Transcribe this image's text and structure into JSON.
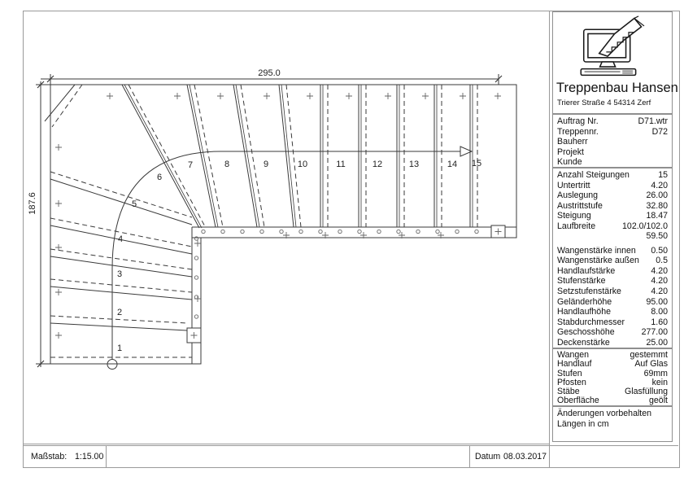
{
  "panel": {
    "company": {
      "name": "Treppenbau Hansen",
      "address": "Trierer Straße 4 54314 Zerf",
      "logo_icon": "computer-stairs-logo"
    },
    "order": {
      "rows": [
        [
          "Auftrag Nr.",
          "D71.wtr"
        ],
        [
          "Treppennr.",
          "D72"
        ],
        [
          "Bauherr",
          ""
        ],
        [
          "Projekt",
          ""
        ],
        [
          "Kunde",
          ""
        ]
      ]
    },
    "parameters": {
      "rows": [
        [
          "Anzahl Steigungen",
          "15"
        ],
        [
          "Untertritt",
          "4.20"
        ],
        [
          "Auslegung",
          "26.00"
        ],
        [
          "Austrittstufe",
          "32.80"
        ],
        [
          "Steigung",
          "18.47"
        ],
        [
          "Laufbreite",
          "102.0/102.0"
        ],
        [
          "",
          "59.50"
        ],
        [
          "Wangenstärke innen",
          "0.50"
        ],
        [
          "Wangenstärke außen",
          "0.5"
        ],
        [
          "Handlaufstärke",
          "4.20"
        ],
        [
          "Stufenstärke",
          "4.20"
        ],
        [
          "Setzstufenstärke",
          "4.20"
        ],
        [
          "Geländerhöhe",
          "95.00"
        ],
        [
          "Handlaufhöhe",
          "8.00"
        ],
        [
          "Stabdurchmesser",
          "1.60"
        ],
        [
          "Geschosshöhe",
          "277.00"
        ],
        [
          "Deckenstärke",
          "25.00"
        ]
      ]
    },
    "construction": {
      "rows": [
        [
          "Wangen",
          "gestemmt"
        ],
        [
          "Handlauf",
          "Auf Glas"
        ],
        [
          "Stufen",
          "69mm"
        ],
        [
          "Pfosten",
          "kein"
        ],
        [
          "Stäbe",
          "Glasfüllung"
        ],
        [
          "Oberfläche",
          "geölt"
        ]
      ]
    },
    "notes": [
      "Änderungen vorbehalten",
      "Längen in cm"
    ]
  },
  "drawing": {
    "width_label": "295.0",
    "height_label": "187.6",
    "step_numbers": [
      "1",
      "2",
      "3",
      "4",
      "5",
      "6",
      "7",
      "8",
      "9",
      "10",
      "11",
      "12",
      "13",
      "14",
      "15"
    ]
  },
  "footer": {
    "scale_label": "Maßstab:",
    "scale_value": "1:15.00",
    "date_label": "Datum",
    "date_value": "08.03.2017"
  }
}
